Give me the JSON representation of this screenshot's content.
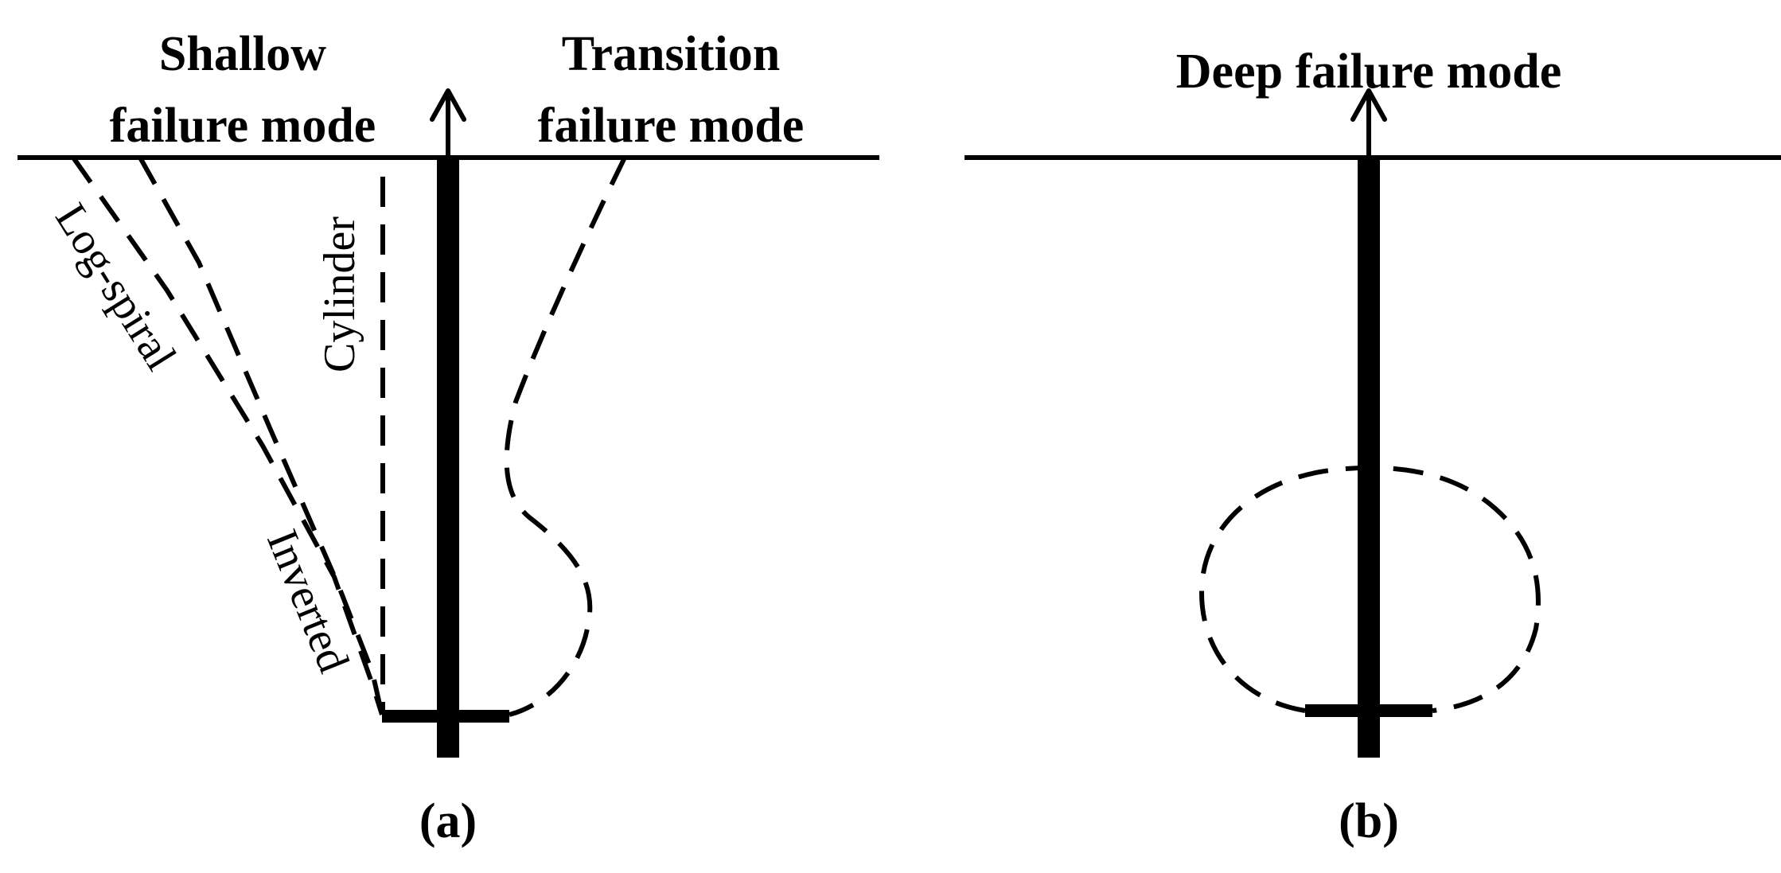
{
  "panel_a": {
    "title_shallow_line1": "Shallow",
    "title_shallow_line2": "failure mode",
    "title_transition_line1": "Transition",
    "title_transition_line2": "failure mode",
    "label_log_spiral": "Log-spiral",
    "label_cylinder": "Cylinder",
    "label_inverted": "Inverted",
    "panel_label": "(a)"
  },
  "panel_b": {
    "title_deep": "Deep failure mode",
    "panel_label": "(b)"
  },
  "colors": {
    "ink": "#000000",
    "background": "#ffffff"
  }
}
